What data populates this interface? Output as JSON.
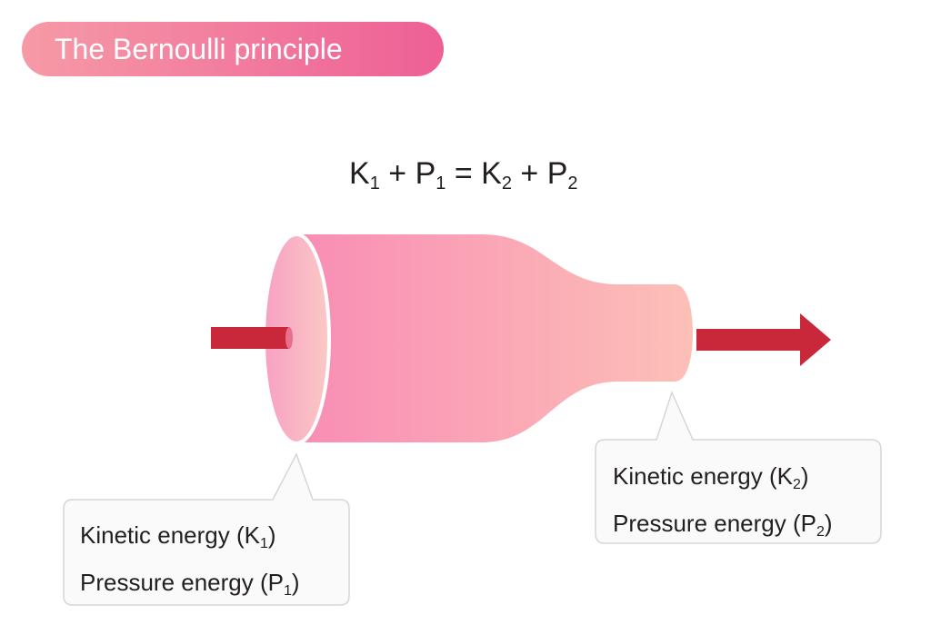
{
  "title": "The Bernoulli principle",
  "equation": {
    "k1": "K",
    "k1_sub": "1",
    "plus1": " + ",
    "p1": "P",
    "p1_sub": "1",
    "equals": " = ",
    "k2": "K",
    "k2_sub": "2",
    "plus2": " + ",
    "p2": "P",
    "p2_sub": "2"
  },
  "inlet_callout": {
    "kinetic_label": "Kinetic energy (K",
    "kinetic_sub": "1",
    "kinetic_close": ")",
    "pressure_label": "Pressure energy (P",
    "pressure_sub": "1",
    "pressure_close": ")"
  },
  "outlet_callout": {
    "kinetic_label": "Kinetic energy (K",
    "kinetic_sub": "2",
    "kinetic_close": ")",
    "pressure_label": "Pressure energy (P",
    "pressure_sub": "2",
    "pressure_close": ")"
  },
  "colors": {
    "title_gradient_start": "#f69aa6",
    "title_gradient_end": "#ee5f96",
    "pipe_pink": "#f98db5",
    "pipe_peach": "#fcc0b7",
    "arrow_red": "#c8283a",
    "callout_border": "#d6d6d6",
    "callout_fill": "#fafafa",
    "text": "#231f20"
  }
}
